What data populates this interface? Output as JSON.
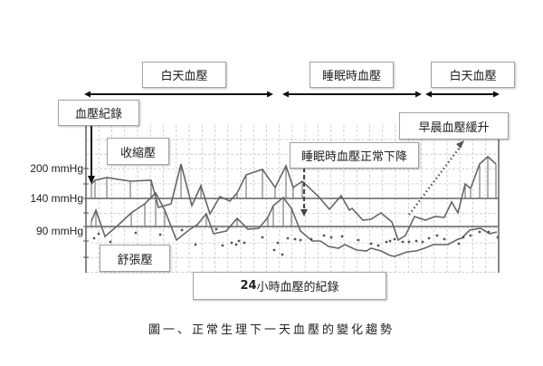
{
  "labels": {
    "day1": "白天血壓",
    "sleep": "睡眠時血壓",
    "day2": "白天血壓",
    "record": "血壓紀錄",
    "systolic": "收縮壓",
    "diastolic": "舒張壓",
    "sleep_drop": "睡眠時血壓正常下降",
    "morning_rise": "早晨血壓緩升",
    "record24_num": "24",
    "record24_text": "小時血壓的紀錄"
  },
  "caption": "圖一、正常生理下一天血壓的變化趨勢",
  "chart_data": {
    "type": "line",
    "title": "圖一、正常生理下一天血壓的變化趨勢",
    "xlabel": "24小時血壓的紀錄",
    "ylabel": "mmHg",
    "yticks": [
      "200 mmHg",
      "140 mmHg",
      "90 mmHg"
    ],
    "reference_lines": [
      140,
      90
    ],
    "annotations": [
      "白天血壓",
      "睡眠時血壓",
      "白天血壓",
      "血壓紀錄",
      "收縮壓",
      "舒張壓",
      "睡眠時血壓正常下降",
      "早晨血壓緩升"
    ],
    "series": [
      {
        "name": "收縮壓",
        "points": [
          [
            101,
            203
          ],
          [
            105,
            199
          ],
          [
            118,
            196
          ],
          [
            144,
            200
          ],
          [
            167,
            199
          ],
          [
            175,
            229
          ],
          [
            189,
            225
          ],
          [
            200,
            181
          ],
          [
            212,
            227
          ],
          [
            222,
            205
          ],
          [
            232,
            236
          ],
          [
            243,
            217
          ],
          [
            254,
            222
          ],
          [
            262,
            213
          ],
          [
            272,
            193
          ],
          [
            290,
            187
          ],
          [
            304,
            207
          ],
          [
            316,
            183
          ],
          [
            324,
            207
          ],
          [
            334,
            200
          ],
          [
            352,
            217
          ],
          [
            364,
            231
          ],
          [
            377,
            216
          ],
          [
            386,
            232
          ],
          [
            389,
            230
          ],
          [
            401,
            243
          ],
          [
            410,
            242
          ],
          [
            421,
            235
          ],
          [
            433,
            245
          ],
          [
            440,
            265
          ],
          [
            448,
            260
          ],
          [
            458,
            239
          ],
          [
            470,
            243
          ],
          [
            481,
            239
          ],
          [
            491,
            240
          ],
          [
            499,
            223
          ],
          [
            506,
            235
          ],
          [
            514,
            203
          ],
          [
            520,
            208
          ],
          [
            530,
            181
          ],
          [
            539,
            173
          ],
          [
            548,
            181
          ]
        ]
      },
      {
        "name": "舒張壓",
        "points": [
          [
            101,
            244
          ],
          [
            106,
            232
          ],
          [
            116,
            261
          ],
          [
            130,
            249
          ],
          [
            145,
            235
          ],
          [
            160,
            225
          ],
          [
            172,
            213
          ],
          [
            182,
            232
          ],
          [
            195,
            265
          ],
          [
            210,
            253
          ],
          [
            218,
            248
          ],
          [
            228,
            236
          ],
          [
            236,
            258
          ],
          [
            250,
            255
          ],
          [
            262,
            241
          ],
          [
            274,
            253
          ],
          [
            286,
            252
          ],
          [
            296,
            240
          ],
          [
            302,
            227
          ],
          [
            313,
            218
          ],
          [
            322,
            230
          ],
          [
            332,
            255
          ],
          [
            345,
            266
          ],
          [
            354,
            266
          ],
          [
            363,
            272
          ],
          [
            374,
            274
          ],
          [
            381,
            270
          ],
          [
            394,
            276
          ],
          [
            405,
            277
          ],
          [
            410,
            274
          ],
          [
            421,
            277
          ],
          [
            431,
            282
          ],
          [
            436,
            283
          ],
          [
            450,
            278
          ],
          [
            460,
            277
          ],
          [
            469,
            274
          ],
          [
            479,
            270
          ],
          [
            495,
            270
          ],
          [
            506,
            264
          ],
          [
            510,
            263
          ],
          [
            519,
            254
          ],
          [
            531,
            252
          ],
          [
            541,
            258
          ],
          [
            549,
            256
          ]
        ]
      },
      {
        "name": "舒張壓(點)",
        "points": [
          [
            104,
            263
          ],
          [
            109,
            258
          ],
          [
            122,
            267
          ],
          [
            150,
            257
          ],
          [
            177,
            259
          ],
          [
            201,
            254
          ],
          [
            216,
            270
          ],
          [
            239,
            253
          ],
          [
            246,
            271
          ],
          [
            256,
            268
          ],
          [
            261,
            270
          ],
          [
            264,
            266
          ],
          [
            270,
            268
          ],
          [
            290,
            262
          ],
          [
            303,
            276
          ],
          [
            307,
            268
          ],
          [
            312,
            281
          ],
          [
            318,
            263
          ],
          [
            326,
            264
          ],
          [
            332,
            265
          ],
          [
            344,
            264
          ],
          [
            358,
            260
          ],
          [
            366,
            262
          ],
          [
            378,
            261
          ],
          [
            396,
            265
          ],
          [
            410,
            269
          ],
          [
            418,
            271
          ],
          [
            427,
            267
          ],
          [
            431,
            266
          ],
          [
            436,
            264
          ],
          [
            445,
            267
          ],
          [
            452,
            267
          ],
          [
            460,
            266
          ],
          [
            467,
            267
          ],
          [
            474,
            263
          ],
          [
            483,
            260
          ],
          [
            491,
            264
          ],
          [
            507,
            269
          ],
          [
            512,
            262
          ],
          [
            520,
            260
          ],
          [
            530,
            256
          ],
          [
            540,
            256
          ],
          [
            550,
            262
          ]
        ]
      }
    ],
    "segments": [
      {
        "label": "白天血壓",
        "from": 93,
        "to": 302
      },
      {
        "label": "睡眠時血壓",
        "from": 312,
        "to": 466
      },
      {
        "label": "白天血壓",
        "from": 470,
        "to": 552
      }
    ]
  }
}
